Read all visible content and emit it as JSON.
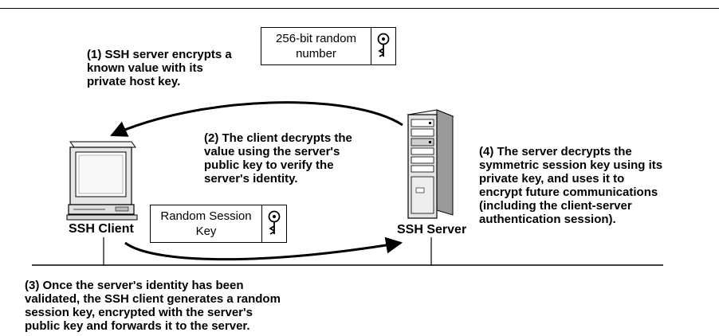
{
  "steps": {
    "step1": "(1) SSH server encrypts a\nknown value with its\nprivate host key.",
    "step2": "(2) The client decrypts the\nvalue using the server's\npublic key to verify the\nserver's identity.",
    "step3": "(3) Once the server's identity has been\nvalidated, the SSH client generates a random\nsession key, encrypted with the server's\npublic key and forwards it to the server.",
    "step4": "(4) The server decrypts the\nsymmetric session key using its\nprivate key, and uses it to\nencrypt future communications\n(including the client-server\nauthentication session)."
  },
  "boxes": {
    "random_number": "256-bit random\nnumber",
    "session_key": "Random Session\nKey"
  },
  "devices": {
    "client": "SSH Client",
    "server": "SSH Server"
  },
  "icons": {
    "key": "key-icon",
    "client": "computer-icon",
    "server": "server-tower-icon"
  }
}
